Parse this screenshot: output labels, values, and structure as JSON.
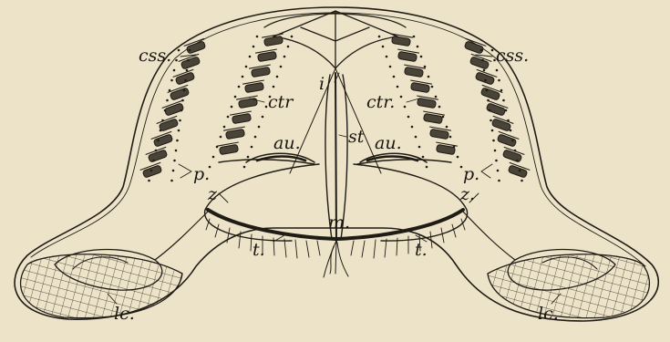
{
  "labels": {
    "css_left": "css.",
    "css_right": "css.",
    "ctr_left": "ctr",
    "ctr_right": "ctr.",
    "i": "i",
    "st": "st",
    "au_left": "au.",
    "au_right": "au.",
    "p_left": "p.",
    "p_right": "p.",
    "z_left": "z",
    "z_right": "z.",
    "m": "m.",
    "t_left": "t.",
    "t_right": "t.",
    "lc_left": "lc.",
    "lc_right": "lc."
  },
  "colors": {
    "background": "#ede3c8",
    "ink": "#1f1b15"
  }
}
